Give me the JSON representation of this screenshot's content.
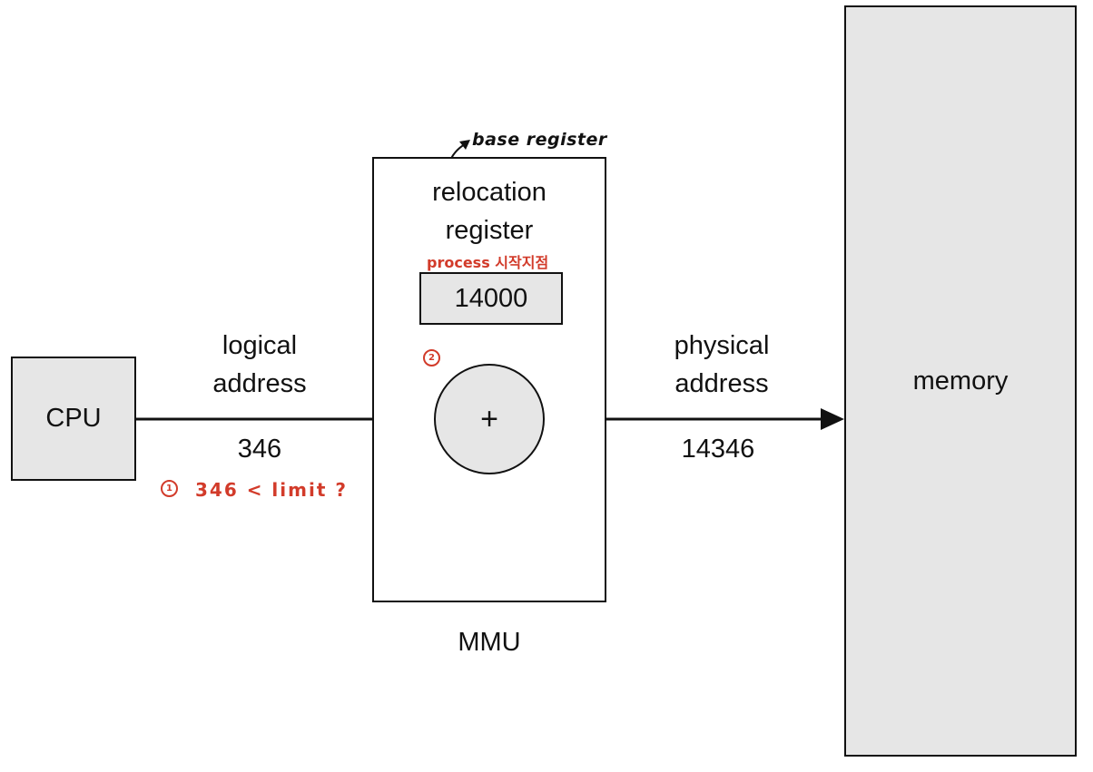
{
  "cpu": {
    "label": "CPU"
  },
  "mmu": {
    "label": "MMU",
    "register_title_line1": "relocation",
    "register_title_line2": "register",
    "register_value": "14000",
    "adder_symbol": "+"
  },
  "memory": {
    "label": "memory"
  },
  "logical": {
    "label_line1": "logical",
    "label_line2": "address",
    "value": "346"
  },
  "physical": {
    "label_line1": "physical",
    "label_line2": "address",
    "value": "14346"
  },
  "annotations": {
    "base_register": "base register",
    "process_start": "process 시작지점",
    "step1_number": "1",
    "step1_text": "346 < limit ?",
    "step2_number": "2"
  },
  "colors": {
    "annotation": "#d23b2a",
    "box_fill": "#e6e6e6",
    "line": "#111111"
  }
}
